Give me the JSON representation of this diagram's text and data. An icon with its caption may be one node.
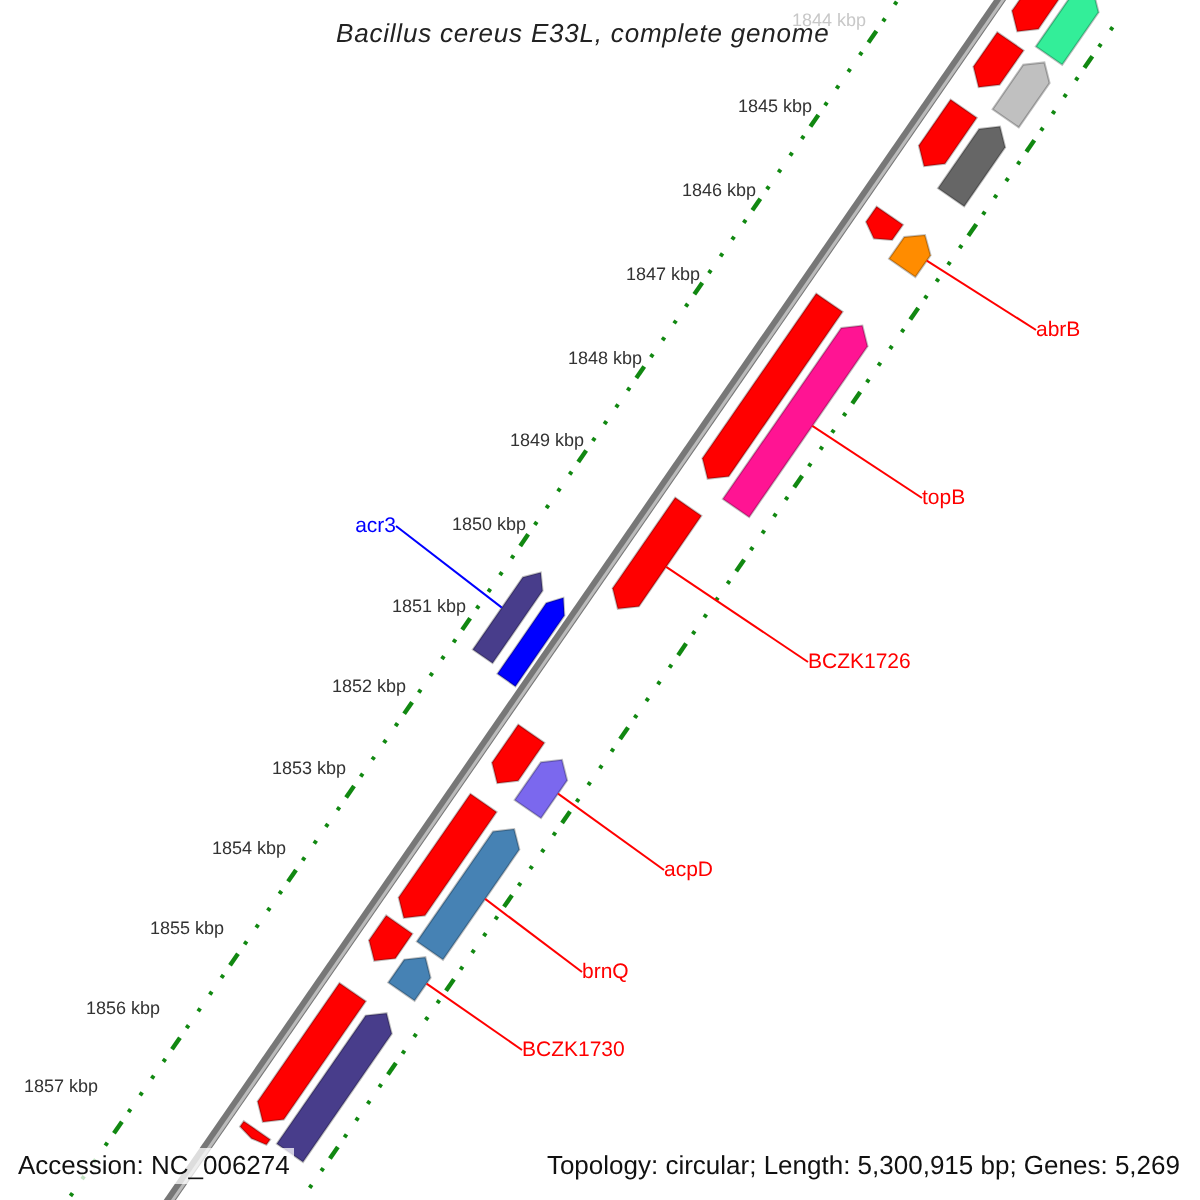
{
  "diagram": {
    "title": "Bacillus cereus E33L, complete genome",
    "nodes": [
      {
        "text": [
          "abrB"
        ]
      },
      {
        "text": [],
        "shape": "bar"
      },
      {
        "text": [
          "topB"
        ]
      },
      {
        "text": [],
        "shape": "bar"
      },
      {
        "text": [
          "acr3"
        ]
      },
      {
        "text": [],
        "shape": "bar"
      },
      {
        "text": [
          "BCZK1726"
        ]
      },
      {
        "text": [],
        "shape": "bar"
      },
      {
        "text": [
          "acpD"
        ]
      },
      {
        "text": [],
        "shape": "bar"
      },
      {
        "text": [
          "brnQ"
        ]
      },
      {
        "text": [],
        "shape": "bar"
      },
      {
        "text": [
          "BCZK1730"
        ]
      },
      {
        "text": [],
        "shape": "bar"
      },
      {
        "text": [],
        "shape": "bar"
      },
      {
        "text": [],
        "shape": "bar"
      },
      {
        "text": [],
        "shape": "bar"
      },
      {
        "text": [],
        "shape": "bar"
      },
      {
        "text": [],
        "shape": "bar"
      },
      {
        "text": [],
        "shape": "bar"
      },
      {
        "text": [],
        "shape": "bar"
      },
      {
        "text": [],
        "shape": "bar"
      },
      {
        "text": [],
        "shape": "bar"
      },
      {
        "text": [],
        "shape": "bar"
      },
      {
        "text": [],
        "shape": "bar"
      },
      {
        "text": [],
        "shape": "bar"
      },
      {
        "text": [],
        "shape": "bar"
      },
      {
        "text": [],
        "shape": "bar"
      },
      {
        "text": [],
        "shape": "bar"
      }
    ],
    "edges": [
      {
        "from": 0,
        "to": 1,
        "arrow": "none"
      },
      {
        "from": 2,
        "to": 3,
        "arrow": "none"
      },
      {
        "from": 4,
        "to": 5,
        "arrow": "none",
        "color": "#0000ff"
      },
      {
        "from": 6,
        "to": 7,
        "arrow": "none"
      },
      {
        "from": 8,
        "to": 9,
        "arrow": "none"
      },
      {
        "from": 10,
        "to": 11,
        "arrow": "none"
      },
      {
        "from": 12,
        "to": 13,
        "arrow": "none"
      }
    ],
    "labels": [
      "1844 kbp",
      "1845 kbp",
      "1846 kbp",
      "1847 kbp",
      "1848 kbp",
      "1849 kbp",
      "1850 kbp",
      "1851 kbp",
      "1852 kbp",
      "1853 kbp",
      "1854 kbp",
      "1855 kbp",
      "1856 kbp",
      "1857 kbp",
      "Accession: NC_006274",
      "Topology: circular; Length: 5,300,915 bp; Genes: 5,269"
    ]
  }
}
